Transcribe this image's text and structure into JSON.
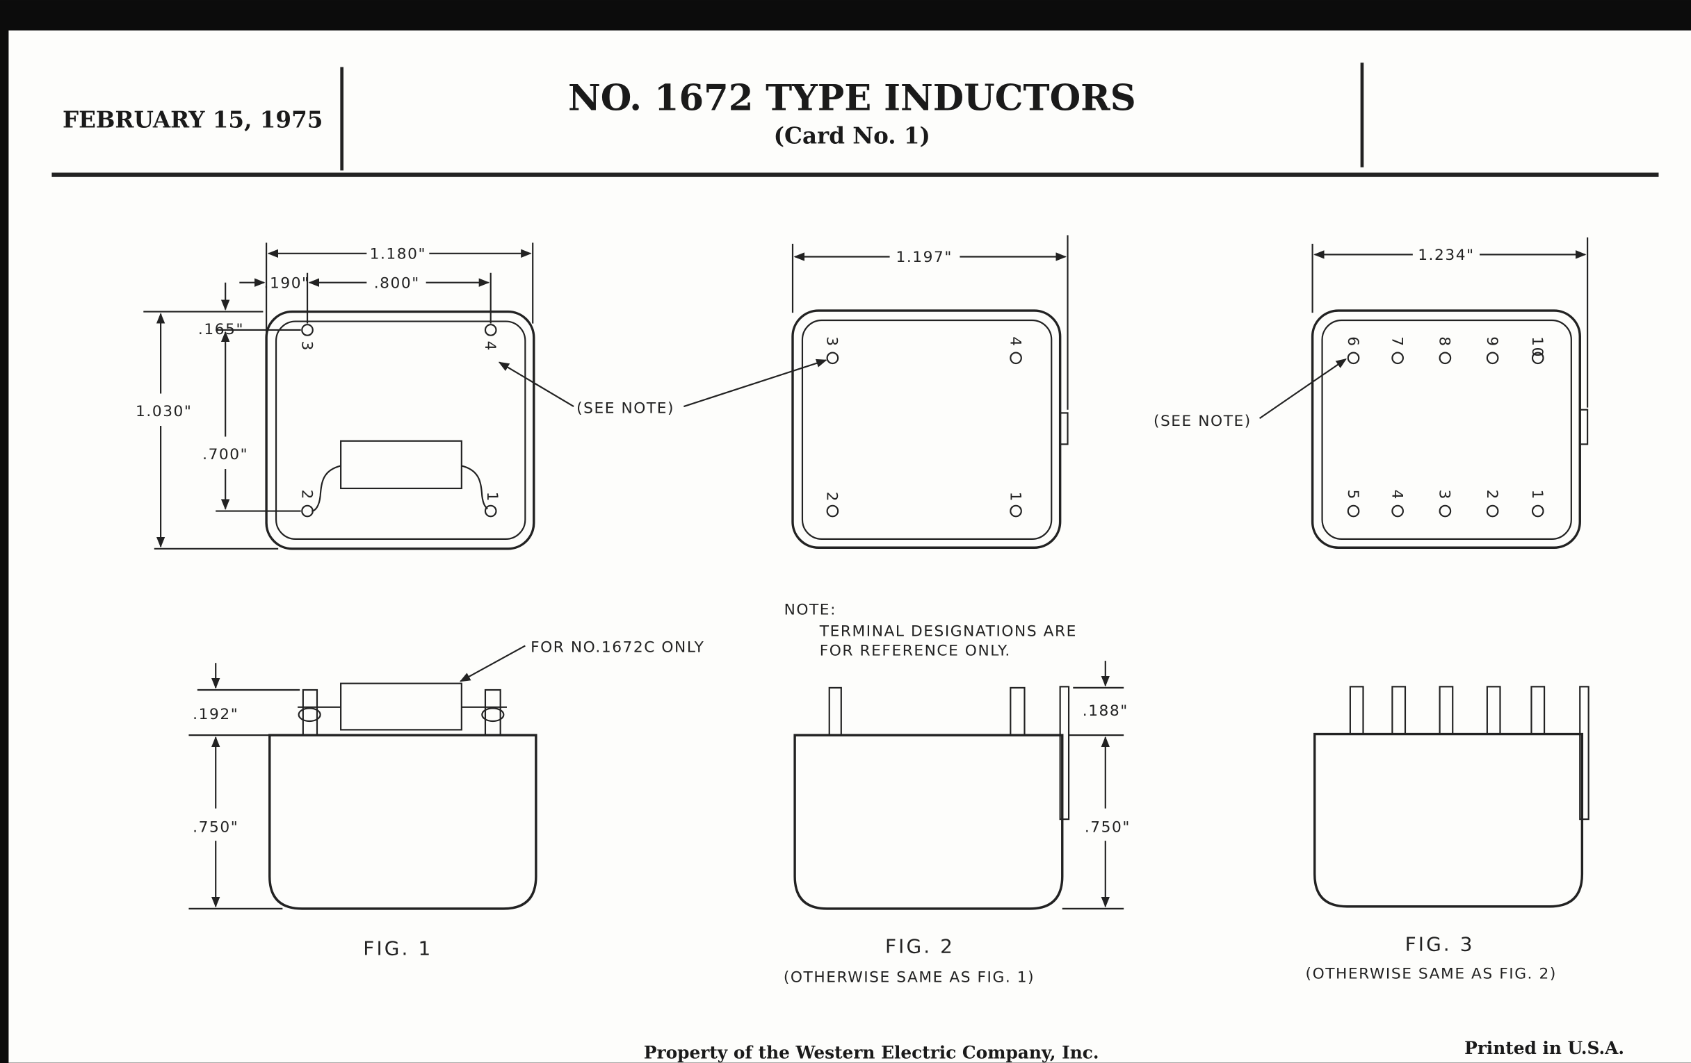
{
  "header": {
    "date": "FEBRUARY 15, 1975",
    "title": "NO. 1672 TYPE INDUCTORS",
    "subtitle": "(Card No. 1)"
  },
  "fig1": {
    "width_dim": "1.180\"",
    "offset_dim": ".190\"",
    "spacing_dim": ".800\"",
    "height_dim": "1.030\"",
    "top_offset_dim": ".165\"",
    "row_spacing_dim": ".700\"",
    "terminals": [
      "3",
      "4",
      "2",
      "1"
    ],
    "pin_height_dim": ".192\"",
    "body_height_dim": ".750\"",
    "callout": "FOR NO.1672C ONLY",
    "caption": "FIG. 1"
  },
  "fig2": {
    "width_dim": "1.197\"",
    "terminals": [
      "3",
      "4",
      "2",
      "1"
    ],
    "pin_height_dim": ".188\"",
    "body_height_dim": ".750\"",
    "caption": "FIG. 2",
    "subcaption": "(OTHERWISE SAME AS FIG. 1)"
  },
  "fig3": {
    "width_dim": "1.234\"",
    "top_terminals": [
      "6",
      "7",
      "8",
      "9",
      "10"
    ],
    "bottom_terminals": [
      "5",
      "4",
      "3",
      "2",
      "1"
    ],
    "caption": "FIG. 3",
    "subcaption": "(OTHERWISE SAME AS FIG. 2)"
  },
  "see_note": "(SEE NOTE)",
  "note": {
    "heading": "NOTE:",
    "line1": "TERMINAL DESIGNATIONS ARE",
    "line2": "FOR REFERENCE ONLY."
  },
  "footer": {
    "property": "Property of the Western Electric Company, Inc.",
    "printed": "Printed in U.S.A."
  }
}
